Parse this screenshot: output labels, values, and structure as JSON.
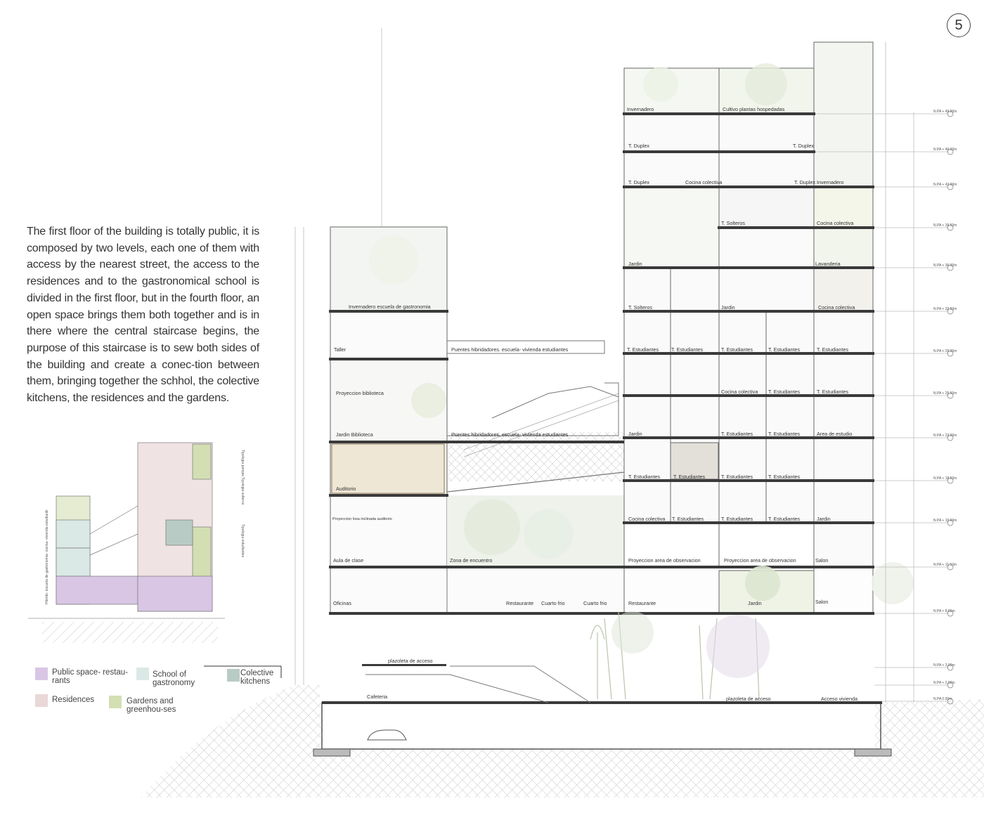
{
  "page_number": "5",
  "description": "The first floor of the building is totally public, it is composed by two levels,  each one of them with access by the nearest street, the access to the residences and to the gastronomical school is divided in the first floor, but in the fourth floor, an open space brings them both together and is in there where the central staircase begins, the purpose of this staircase is to sew both sides of the building and create a conec-tion between them, bringing together the schhol, the colective kitchens, the residences and the gardens.",
  "legend": [
    {
      "label": "Public space- restau-rants",
      "color": "#d9c6e4"
    },
    {
      "label": "School of gastronomy",
      "color": "#dbe9e6"
    },
    {
      "label": "Colective kitchens",
      "color": "#b9cbc5"
    },
    {
      "label": "Residences",
      "color": "#ead7d8"
    },
    {
      "label": "Gardens and greenhou-ses",
      "color": "#d3dfb2"
    }
  ],
  "mini_section_labels": {
    "left": "Hibrido: escuela de gastronomia- cocina- vivienda estudiantil",
    "right_top": "Tipologia parejas  Tipologia solteros",
    "right_mid": "Tipologia estudiantes"
  },
  "rooms": {
    "invernadero_top": "Invernadero",
    "cultivo": "Cultivo plantas hospedadas",
    "t_duplex_1": "T. Duplex",
    "t_duplex_2": "T. Duplex",
    "t_duplex_3": "T. Duplex",
    "cocina_colectiva_1": "Cocina colectiva",
    "t_duplex_4": "T. Duplex",
    "invernadero_right": "Invernadero",
    "t_solteros_1": "T. Solteros",
    "cocina_colectiva_2": "Cocina colectiva",
    "jardin_1": "Jardin",
    "lavanderia": "Lavanderia",
    "t_solteros_2": "T. Solteros",
    "jardin_2": "Jardin",
    "cocina_colectiva_3": "Cocina colectiva",
    "invernadero_escuela": "Invernadero  escuela de gastronomia",
    "taller": "Taller",
    "puentes_1": "Puentes hibridadores. escuela- vivienda estudiantes",
    "t_est_1": "T. Estudiantes",
    "t_est_2": "T. Estudiantes",
    "t_est_3": "T. Estudiantes",
    "t_est_4": "T. Estudiantes",
    "t_est_5": "T. Estudiantes",
    "proyeccion_biblioteca": "Proyeccion biblioteca",
    "cocina_colectiva_4": "Cocina colectiva",
    "t_est_6": "T. Estudiantes",
    "t_est_7": "T. Estudiantes",
    "jardin_biblioteca": "Jardin Biblioteca",
    "puentes_2": "Puentes hibridadores. escuela- vivienda estudiantes",
    "jardin_3": "Jardin",
    "t_est_8": "T. Estudiantes",
    "t_est_9": "T. Estudiantes",
    "area_estudio": "Area de estudio",
    "auditorio": "Auditorio",
    "t_est_10": "T. Estudiantes",
    "t_est_11": "T. Estudiantes",
    "t_est_12": "T. Estudiantes",
    "t_est_13": "T. Estudiantes",
    "proyeccion_losa": "Proyeccion losa inclinada auditorio",
    "cocina_colectiva_5": "Cocina colectiva",
    "t_est_14": "T. Estudiantes",
    "t_est_15": "T. Estudiantes",
    "t_est_16": "T. Estudiantes",
    "jardin_4": "Jardin",
    "aula": "Aula de clase",
    "zona_encuentro": "Zona de encuentro",
    "proyeccion_obs_1": "Proyeccion area de observacion",
    "proyeccion_obs_2": "Proyeccion area de observacion",
    "salon_1": "Salon",
    "oficinas": "Oficinas",
    "restaurante_1": "Restaurante",
    "cuarto_frio_1": "Cuarto frio",
    "cuarto_frio_2": "Cuarto frio",
    "restaurante_2": "Restaurante",
    "jardin_5": "Jardin",
    "salon_2": "Salon",
    "plazoleta_1": "plazoleta de acceso",
    "cafeteria": "Cafeteria",
    "plazoleta_2": "plazoleta de acceso",
    "acceso_vivienda": "Acceso vivienda"
  },
  "levels": [
    "N.PA + 49.00m",
    "N.PA + 46.00m",
    "N.PA + 43.00m",
    "N.PA + 39.50m",
    "N.PA + 36.00m",
    "N.PA + 32.50m",
    "N.PA + 29.00m",
    "N.PA + 25.50m",
    "N.PA + 22.00m",
    "N.PA + 18.50m",
    "N.PA + 15.00m",
    "N.PA + 11.50m",
    "N.PA + 8.00m",
    "N.PA + 3.00m",
    "N.PA + 2.00m",
    "N.PA 0.00m"
  ]
}
